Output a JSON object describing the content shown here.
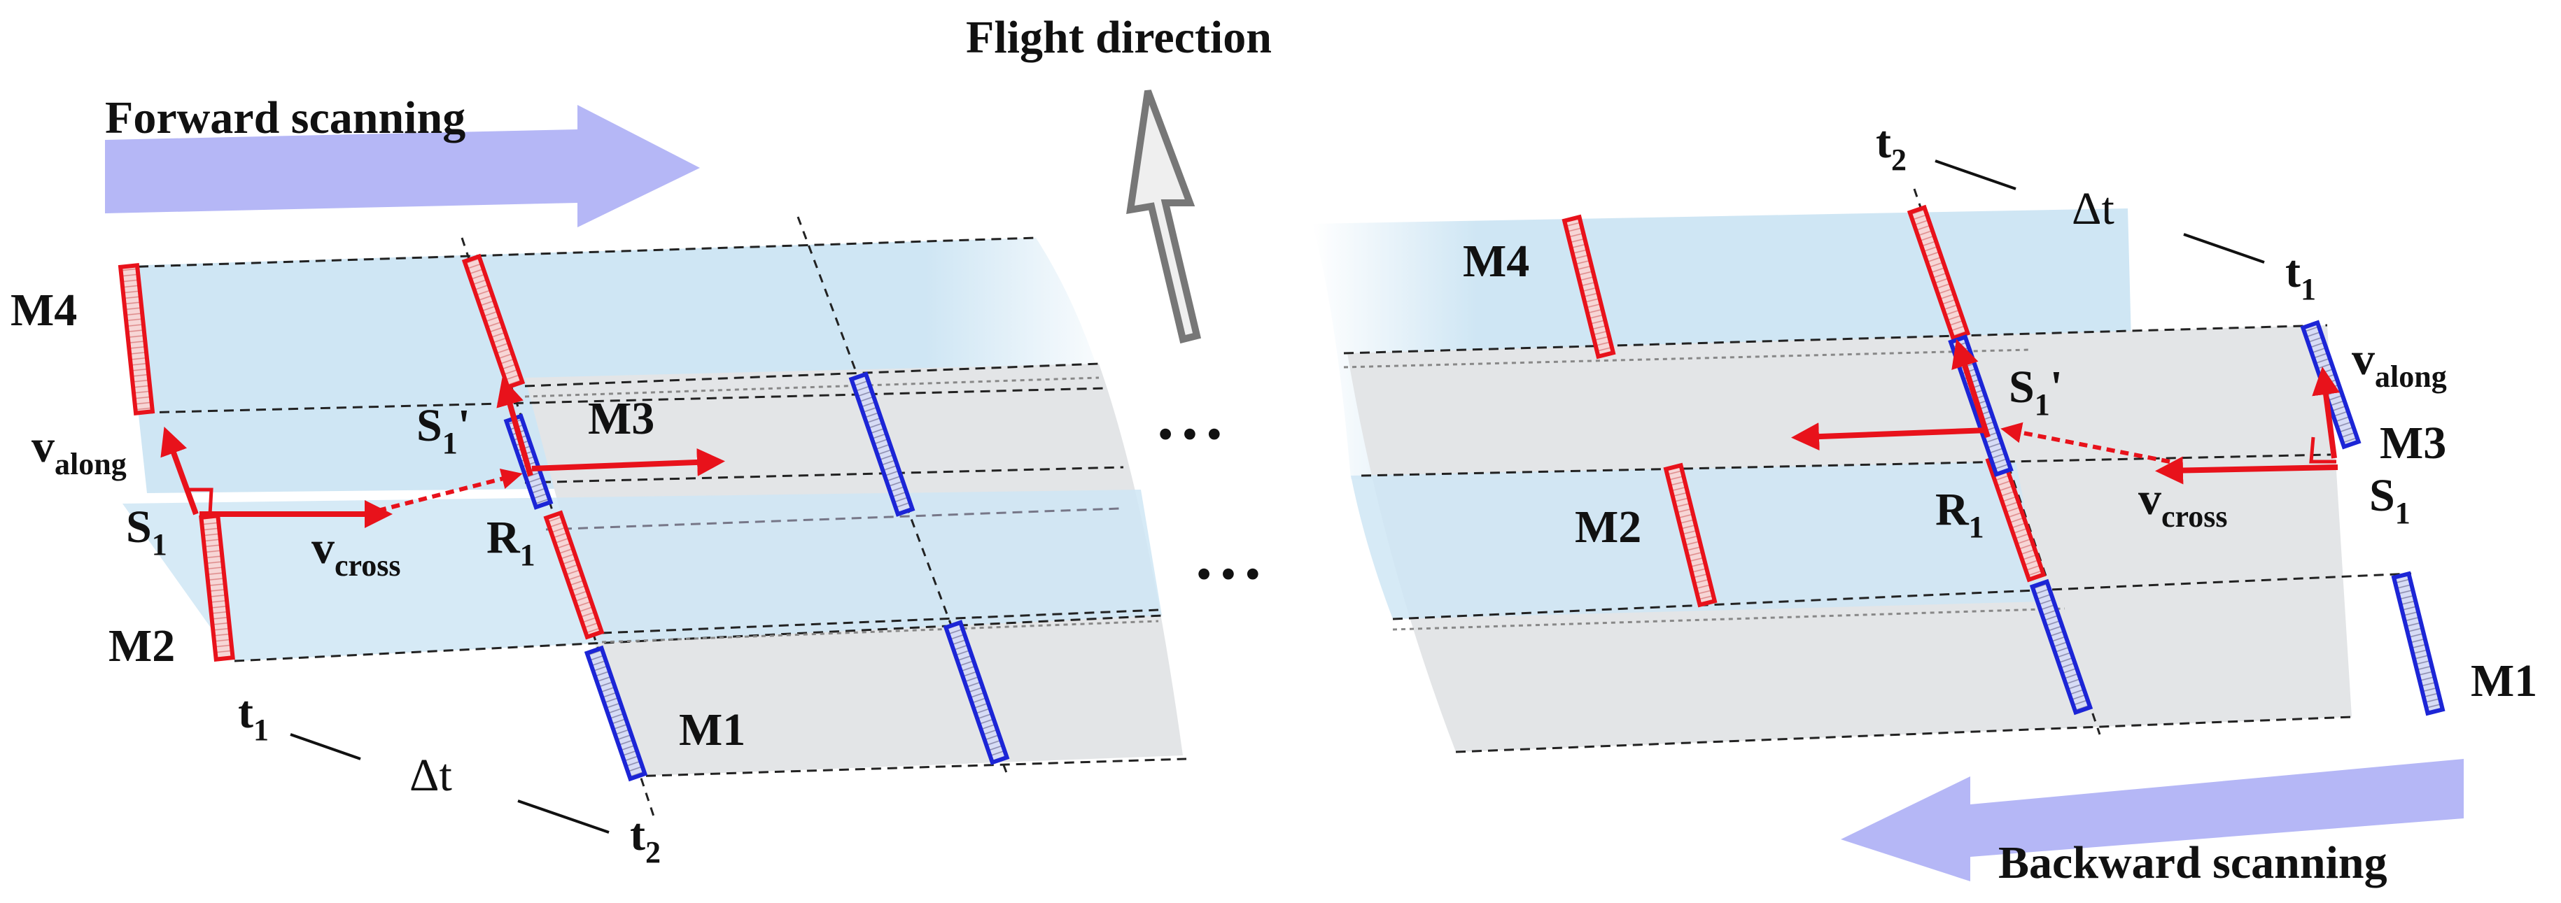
{
  "title": "Flight direction",
  "forward_label": "Forward scanning",
  "backward_label": "Backward scanning",
  "ellipsis": "• • •",
  "delta_t": "Δt",
  "colors": {
    "blue_band": "#cfe6f4",
    "gray_band": "#e2e4e6",
    "red": "#e8121b",
    "blue": "#1c25d6",
    "arrow_fill": "#b5b7f6"
  },
  "left": {
    "M4": "M4",
    "M3": "M3",
    "M2": "M2",
    "M1": "M1",
    "S1": "S",
    "S1_sub": "1",
    "S1p": "S",
    "S1p_sub": "1",
    "S1p_prime": "'",
    "R1": "R",
    "R1_sub": "1",
    "v_along": "v",
    "v_along_sub": "along",
    "v_cross": "v",
    "v_cross_sub": "cross",
    "t1": "t",
    "t1_sub": "1",
    "t2": "t",
    "t2_sub": "2"
  },
  "right": {
    "M4": "M4",
    "M3": "M3",
    "M2": "M2",
    "M1": "M1",
    "S1": "S",
    "S1_sub": "1",
    "S1p": "S",
    "S1p_sub": "1",
    "S1p_prime": "'",
    "R1": "R",
    "R1_sub": "1",
    "v_along": "v",
    "v_along_sub": "along",
    "v_cross": "v",
    "v_cross_sub": "cross",
    "t1": "t",
    "t1_sub": "1",
    "t2": "t",
    "t2_sub": "2"
  }
}
